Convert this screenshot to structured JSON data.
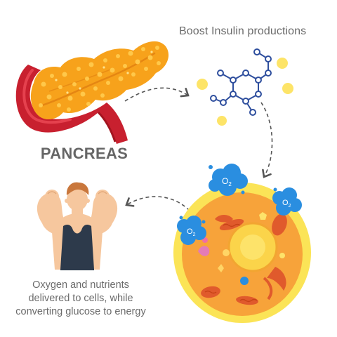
{
  "labels": {
    "boost": "Boost Insulin productions",
    "pancreas": "PANCREAS",
    "oxygen_lines": [
      "Oxygen and nutrients",
      "delivered to cells, while",
      "converting glucose to energy"
    ],
    "o2_badge": "O",
    "o2_sub": "2"
  },
  "icons": [
    "pancreas-illustration",
    "insulin-molecule-icon",
    "human-cell-illustration",
    "oxygen-molecule-icon",
    "strong-man-illustration",
    "flow-arrow-icon"
  ],
  "colors": {
    "pancreas_orange": "#f7a21b",
    "pancreas_dot": "#ffc84a",
    "stomach_red": "#c8202f",
    "molecule_blue": "#2f4f9e",
    "molecule_yellow": "#fde468",
    "cell_yellow": "#fbe457",
    "cell_orange": "#f7a33a",
    "cell_red": "#e05a2c",
    "oxygen_blue": "#2a8ee0",
    "skin": "#f6c79e",
    "tank_top": "#2d3a4b",
    "text_gray": "#666666"
  }
}
